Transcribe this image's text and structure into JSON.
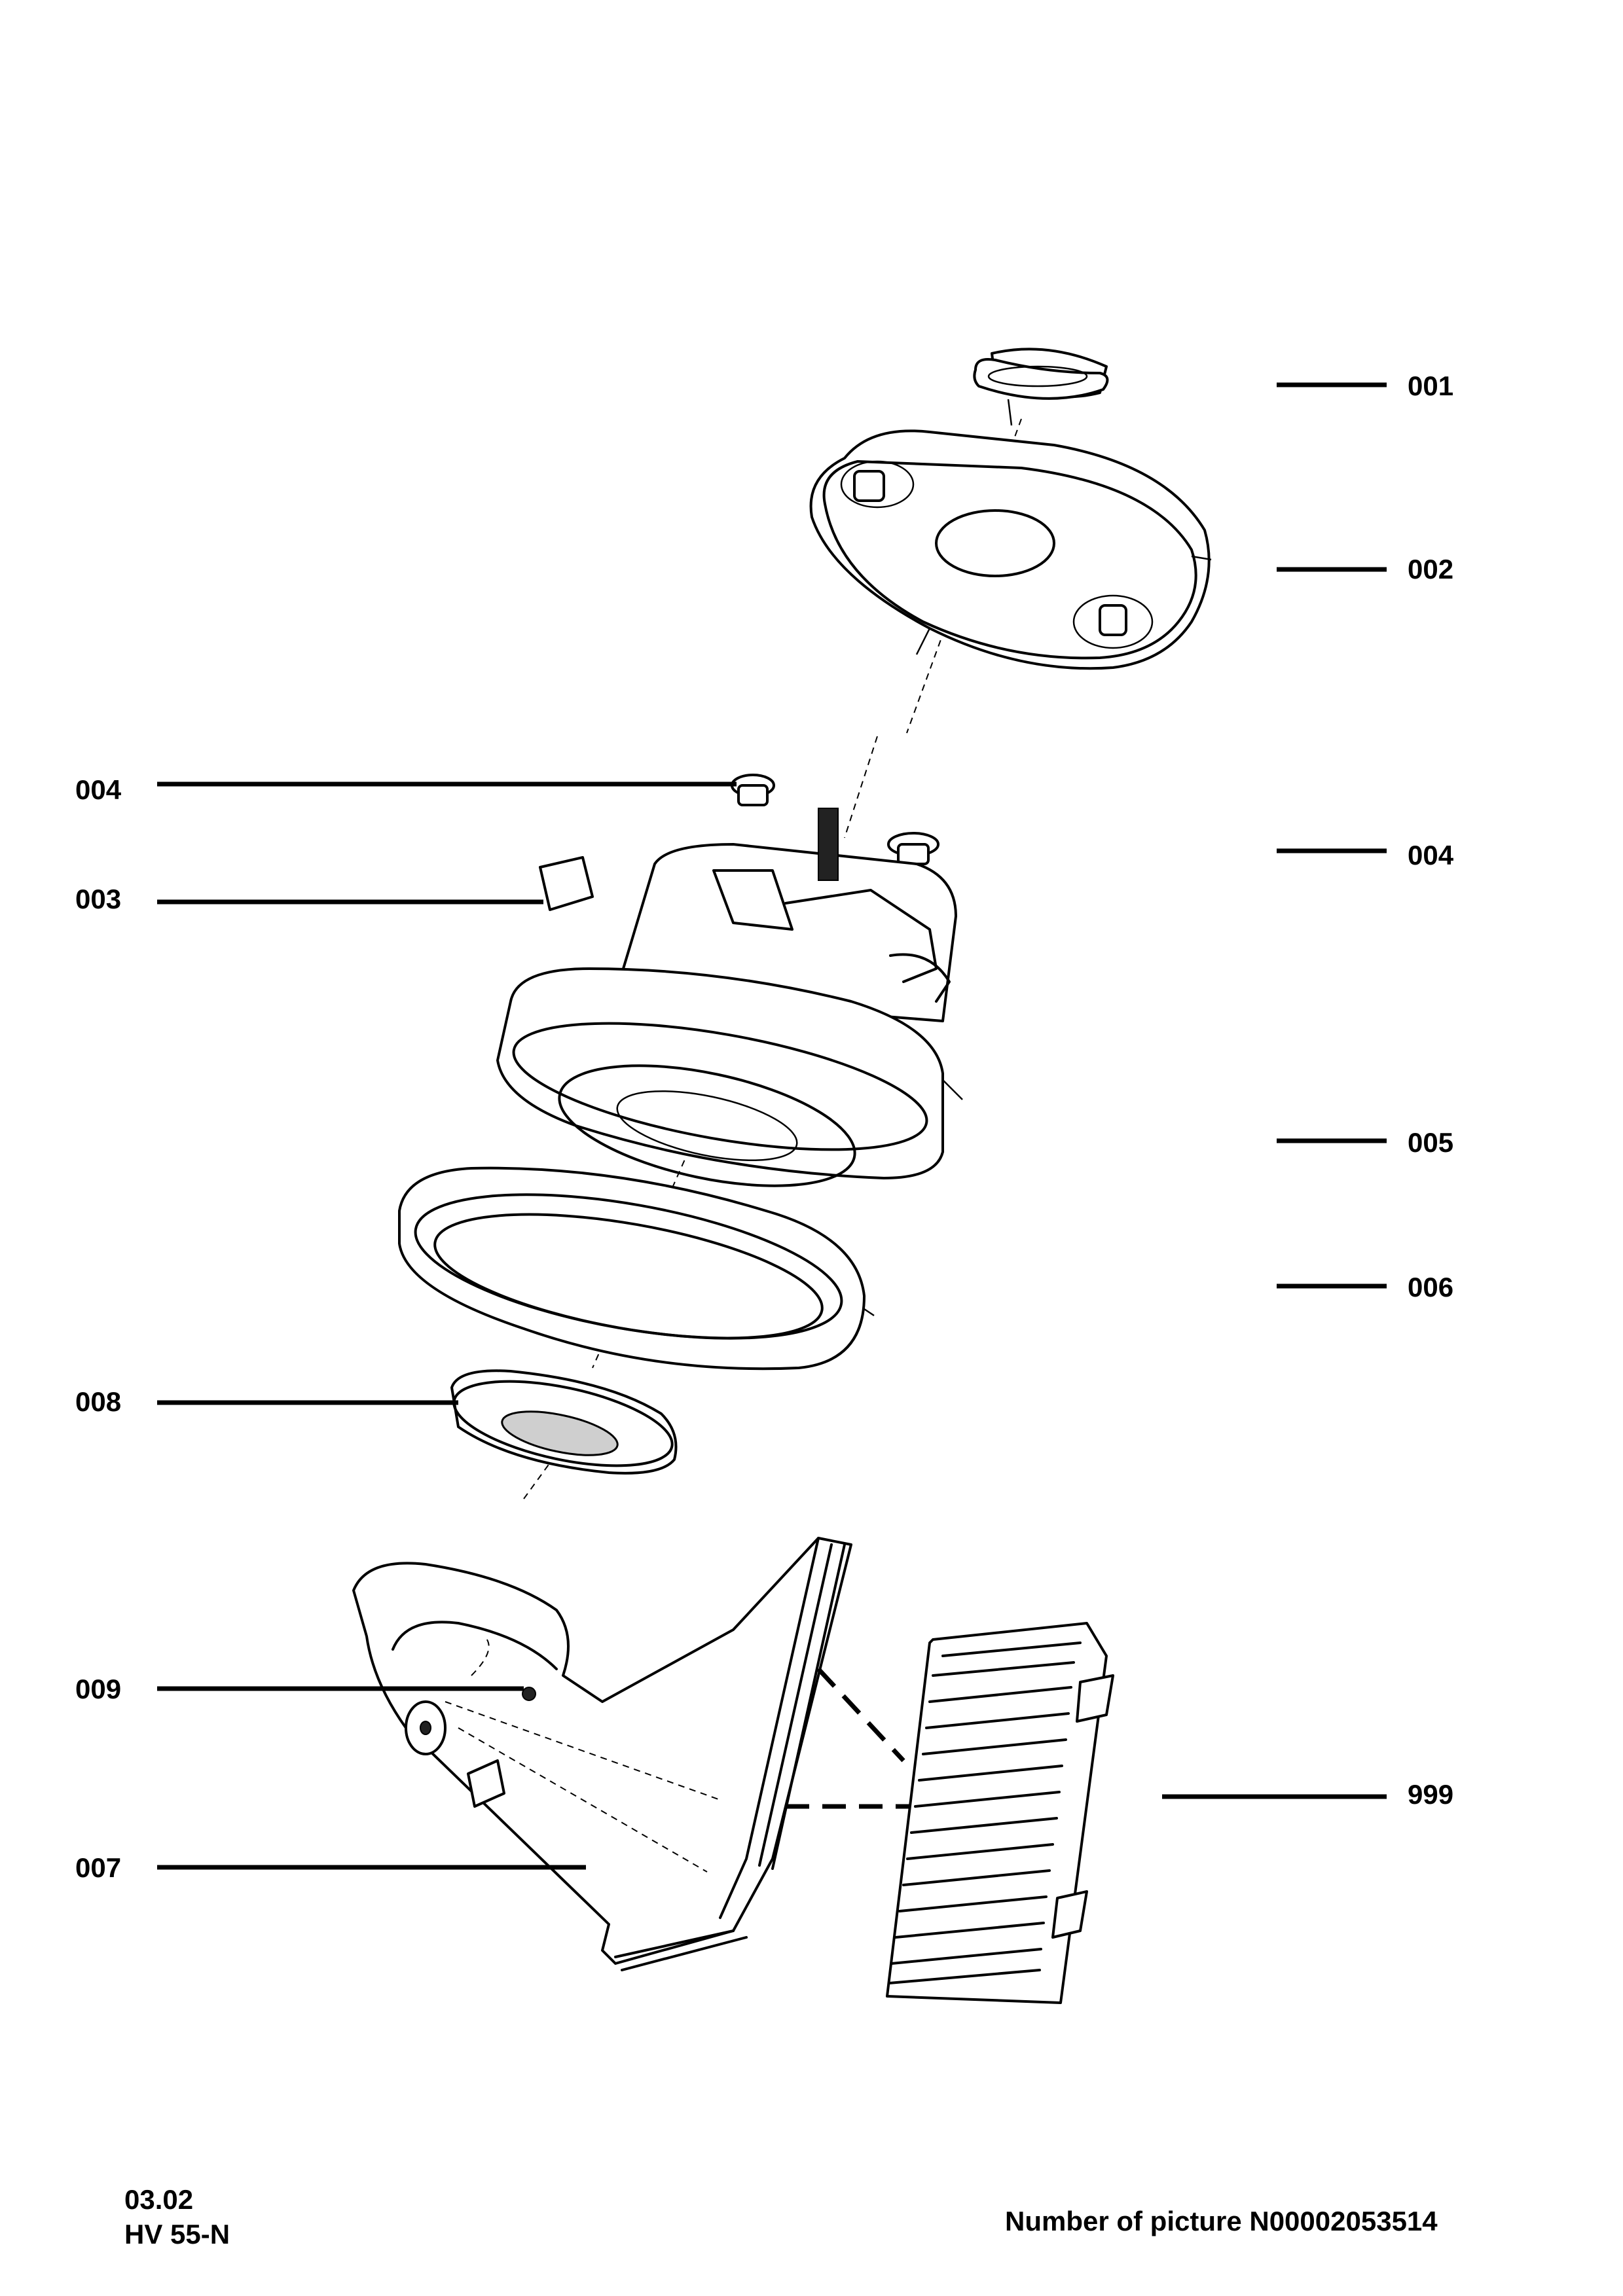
{
  "diagram": {
    "parts": [
      {
        "id": "001",
        "label": "001",
        "name": "outlet-grommet"
      },
      {
        "id": "002",
        "label": "002",
        "name": "motor-cover"
      },
      {
        "id": "004a",
        "label": "004",
        "name": "motor-mount-left"
      },
      {
        "id": "003",
        "label": "003",
        "name": "carbon-brush-block"
      },
      {
        "id": "004b",
        "label": "004",
        "name": "motor-mount-right"
      },
      {
        "id": "005",
        "label": "005",
        "name": "motor"
      },
      {
        "id": "006",
        "label": "006",
        "name": "motor-gasket"
      },
      {
        "id": "008",
        "label": "008",
        "name": "motor-seal-ring"
      },
      {
        "id": "009",
        "label": "009",
        "name": "screw"
      },
      {
        "id": "007",
        "label": "007",
        "name": "motor-housing-base"
      },
      {
        "id": "999",
        "label": "999",
        "name": "exhaust-filter"
      }
    ]
  },
  "footer": {
    "date": "03.02",
    "model": "HV 55-N",
    "picture_number": "Number of picture N00002053514"
  }
}
